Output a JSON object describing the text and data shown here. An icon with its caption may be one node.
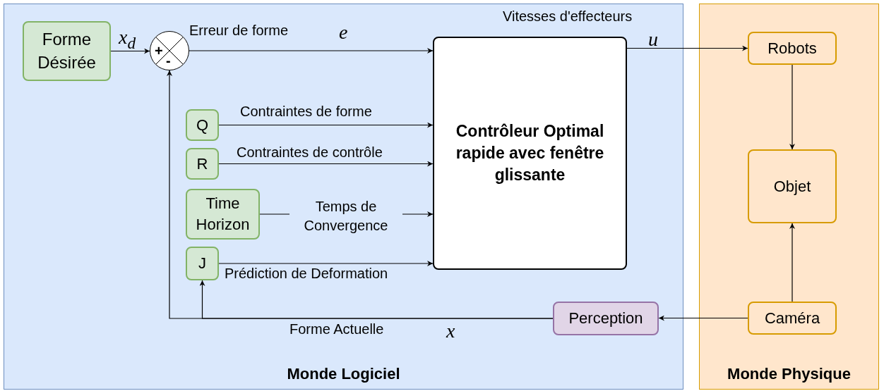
{
  "diagram": {
    "nodes": [
      {
        "text": [
          "Monde Logiciel"
        ]
      },
      {
        "text": [
          "Monde Physique"
        ]
      },
      {
        "text": [
          "Forme Désirée"
        ],
        "in": 0
      },
      {
        "text": [
          "+",
          "-"
        ],
        "in": 0
      },
      {
        "text": [
          "Q"
        ],
        "in": 0
      },
      {
        "text": [
          "R"
        ],
        "in": 0
      },
      {
        "text": [
          "Time Horizon"
        ],
        "in": 0
      },
      {
        "text": [
          "J"
        ],
        "in": 0
      },
      {
        "text": [
          "Contrôleur Optimal rapide avec fenêtre glissante"
        ],
        "in": 0
      },
      {
        "text": [
          "Perception"
        ],
        "in": 0
      },
      {
        "text": [
          "Robots"
        ],
        "in": 1
      },
      {
        "text": [
          "Objet"
        ],
        "in": 1
      },
      {
        "text": [
          "Caméra"
        ],
        "in": 1
      }
    ],
    "edges": [
      {
        "from": 2,
        "to": 3,
        "arrow": "to",
        "label": "x$_{d}$"
      },
      {
        "from": 3,
        "to": 8,
        "arrow": "to",
        "label": "Erreur de forme"
      },
      {
        "from": 4,
        "to": 8,
        "arrow": "to",
        "label": "Contraintes de forme"
      },
      {
        "from": 5,
        "to": 8,
        "arrow": "to",
        "label": "Contraintes de contrôle"
      },
      {
        "from": 6,
        "to": 8,
        "arrow": "to",
        "label": "Temps de Convergence"
      },
      {
        "from": 7,
        "to": 8,
        "arrow": "to",
        "label": "Prédiction de Deformation"
      },
      {
        "from": 8,
        "to": 10,
        "arrow": "to",
        "label": "Vitesses d'effecteurs"
      },
      {
        "from": 10,
        "to": 11,
        "arrow": "to"
      },
      {
        "from": 12,
        "to": 11,
        "arrow": "to"
      },
      {
        "from": 12,
        "to": 9,
        "arrow": "to"
      },
      {
        "from": 9,
        "to": 3,
        "arrow": "to",
        "label": "Forme Actuelle"
      },
      {
        "from": 9,
        "to": 7,
        "arrow": "to"
      }
    ],
    "labels": [
      "e",
      "u",
      "x"
    ]
  }
}
